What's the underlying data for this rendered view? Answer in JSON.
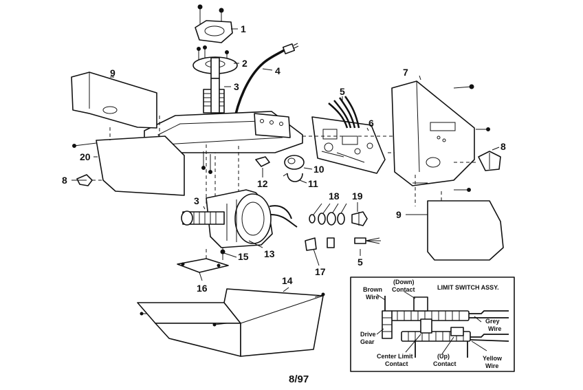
{
  "callouts": {
    "p1": "1",
    "p2": "2",
    "p3a": "3",
    "p3b": "3",
    "p4": "4",
    "p5a": "5",
    "p5b": "5",
    "p6": "6",
    "p7": "7",
    "p8a": "8",
    "p8b": "8",
    "p9a": "9",
    "p9b": "9",
    "p10": "10",
    "p11": "11",
    "p12": "12",
    "p13": "13",
    "p14": "14",
    "p15": "15",
    "p16": "16",
    "p17": "17",
    "p18": "18",
    "p19": "19",
    "p20": "20"
  },
  "inset": {
    "title": "LIMIT SWITCH ASSY.",
    "down_contact": [
      "(Down)",
      "Contact"
    ],
    "brown_wire": [
      "Brown",
      "Wire"
    ],
    "grey_wire": [
      "Grey",
      "Wire"
    ],
    "drive_gear": [
      "Drive",
      "Gear"
    ],
    "center_limit": [
      "Center Limit",
      "Contact"
    ],
    "up_contact": [
      "(Up)",
      "Contact"
    ],
    "yellow_wire": [
      "Yellow",
      "Wire"
    ]
  },
  "footer": {
    "code": "8/97"
  }
}
